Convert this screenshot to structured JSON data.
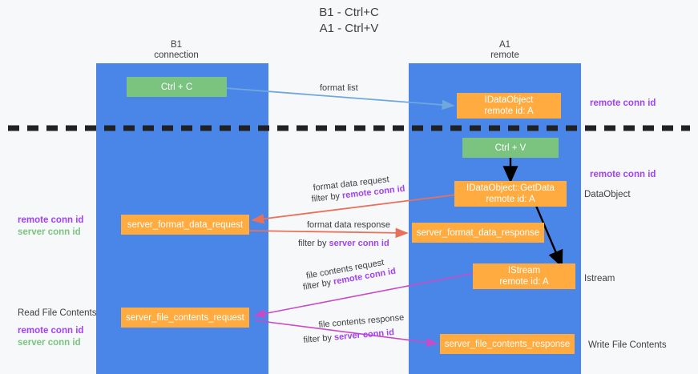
{
  "title": {
    "line1": "B1 - Ctrl+C",
    "line2": "A1 - Ctrl+V"
  },
  "columns": [
    {
      "id": "b1",
      "name": "B1",
      "role": "connection"
    },
    {
      "id": "a1",
      "name": "A1",
      "role": "remote"
    }
  ],
  "colors": {
    "lane": "#4a86e8",
    "orange_box": "#ffab40",
    "green_box": "#7ac47f",
    "purple_text": "#a142f4",
    "green_text": "#7ac47f",
    "arrow_blue": "#6fa8dc",
    "arrow_red": "#e8715a",
    "arrow_magenta": "#c74bc7",
    "arrow_black": "#000000",
    "divider": "#202124",
    "page_bg": "#f7f8fa"
  },
  "nodes": [
    {
      "id": "ctrl-c",
      "label": "Ctrl + C",
      "label2": "",
      "kind": "green",
      "column": "b1"
    },
    {
      "id": "ctrl-v",
      "label": "Ctrl + V",
      "label2": "",
      "kind": "green",
      "column": "a1"
    },
    {
      "id": "idataobject",
      "label": "IDataObject",
      "label2": "remote id: A",
      "kind": "orange",
      "column": "a1"
    },
    {
      "id": "getdata",
      "label": "IDataObject::GetData",
      "label2": "remote id: A",
      "kind": "orange",
      "column": "a1"
    },
    {
      "id": "istream",
      "label": "IStream",
      "label2": "remote id: A",
      "kind": "orange",
      "column": "a1"
    },
    {
      "id": "server-format-data-request",
      "label": "server_format_data_request",
      "label2": "",
      "kind": "orange",
      "column": "b1"
    },
    {
      "id": "server-format-data-response",
      "label": "server_format_data_response",
      "label2": "",
      "kind": "orange",
      "column": "a1"
    },
    {
      "id": "server-file-contents-request",
      "label": "server_file_contents_request",
      "label2": "",
      "kind": "orange",
      "column": "b1"
    },
    {
      "id": "server-file-contents-response",
      "label": "server_file_contents_response",
      "label2": "",
      "kind": "orange",
      "column": "a1"
    }
  ],
  "edge_labels": {
    "format_list": "format list",
    "format_data_request": "format data request",
    "format_data_request_filter_prefix": "filter by ",
    "format_data_request_filter_key": "remote conn id",
    "format_data_response": "format data response",
    "format_data_response_filter_prefix": "filter by ",
    "format_data_response_filter_key": "server conn id",
    "file_contents_request": "file contents request",
    "file_contents_request_filter_prefix": "filter by ",
    "file_contents_request_filter_key": "remote conn id",
    "file_contents_response": "file contents response",
    "file_contents_response_filter_prefix": "filter by ",
    "file_contents_response_filter_key": "server conn id"
  },
  "annotations_left": [
    {
      "id": "ann-left-conn-ids",
      "lines": [
        {
          "text": "remote conn id",
          "color": "purple"
        },
        {
          "text": "server conn id",
          "color": "green"
        }
      ]
    },
    {
      "id": "ann-read-file-contents",
      "lines": [
        {
          "text": "Read File Contents",
          "color": "plain"
        },
        {
          "text": "remote conn id",
          "color": "purple"
        },
        {
          "text": "server conn id",
          "color": "green"
        }
      ]
    }
  ],
  "annotations_right": [
    {
      "id": "ann-right-remote-conn-id-top",
      "text": "remote conn id",
      "color": "purple"
    },
    {
      "id": "ann-right-remote-conn-id-mid",
      "text": "remote conn id",
      "color": "purple"
    },
    {
      "id": "ann-right-dataobject",
      "text": "DataObject",
      "color": "plain"
    },
    {
      "id": "ann-right-istream",
      "text": "Istream",
      "color": "plain"
    },
    {
      "id": "ann-right-write-file-contents",
      "text": "Write File Contents",
      "color": "plain"
    }
  ]
}
